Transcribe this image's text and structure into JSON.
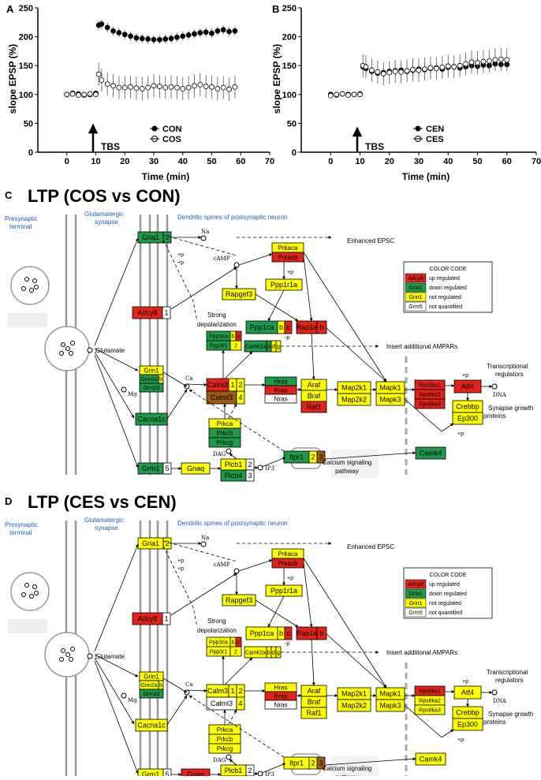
{
  "colors": {
    "up": "#e2231a",
    "down": "#1e9a4a",
    "not": "#ffff00",
    "unq": "#ffffff",
    "brown": "#9c5a12",
    "ltp": "#1f4e9c"
  },
  "chartA": {
    "letter": "A",
    "ylabel": "slope EPSP (%)",
    "xlabel": "Time (min)",
    "xticks": [
      "0",
      "10",
      "20",
      "30",
      "40",
      "50",
      "60",
      "70"
    ],
    "yticks": [
      "0",
      "50",
      "100",
      "150",
      "200",
      "250"
    ],
    "tbs": "TBS",
    "legend": [
      "CON",
      "COS"
    ]
  },
  "chartB": {
    "letter": "B",
    "ylabel": "slope EPSP (%)",
    "xlabel": "Time (min)",
    "xticks": [
      "0",
      "10",
      "20",
      "30",
      "40",
      "50",
      "60",
      "70"
    ],
    "yticks": [
      "0",
      "50",
      "100",
      "150",
      "200",
      "250"
    ],
    "tbs": "TBS",
    "legend": [
      "CEN",
      "CES"
    ]
  },
  "chart_data": [
    {
      "type": "scatter",
      "xlabel": "Time (min)",
      "ylabel": "slope EPSP (%)",
      "xlim": [
        -10,
        70
      ],
      "ylim": [
        0,
        250
      ],
      "annotation": "TBS",
      "series": [
        {
          "name": "CON",
          "x": [
            0,
            2,
            4,
            6,
            8,
            10,
            11,
            12,
            14,
            16,
            18,
            20,
            22,
            24,
            26,
            28,
            30,
            32,
            34,
            36,
            38,
            40,
            42,
            44,
            46,
            48,
            50,
            52,
            54,
            56,
            58
          ],
          "y": [
            100,
            102,
            101,
            99,
            100,
            102,
            220,
            222,
            216,
            210,
            207,
            204,
            201,
            198,
            197,
            196,
            195,
            195,
            196,
            197,
            199,
            201,
            203,
            205,
            207,
            208,
            206,
            210,
            212,
            209,
            210
          ]
        },
        {
          "name": "COS",
          "x": [
            0,
            2,
            4,
            6,
            8,
            10,
            11,
            12,
            14,
            16,
            18,
            20,
            22,
            24,
            26,
            28,
            30,
            32,
            34,
            36,
            38,
            40,
            42,
            44,
            46,
            48,
            50,
            52,
            54,
            56,
            58
          ],
          "y": [
            100,
            101,
            99,
            100,
            101,
            100,
            135,
            125,
            118,
            115,
            112,
            112,
            113,
            111,
            110,
            112,
            115,
            114,
            112,
            113,
            112,
            110,
            112,
            115,
            117,
            114,
            113,
            110,
            112,
            109,
            113
          ]
        }
      ]
    },
    {
      "type": "scatter",
      "xlabel": "Time (min)",
      "ylabel": "slope EPSP (%)",
      "xlim": [
        -10,
        70
      ],
      "ylim": [
        0,
        250
      ],
      "annotation": "TBS",
      "series": [
        {
          "name": "CEN",
          "x": [
            0,
            2,
            4,
            6,
            8,
            10,
            11,
            12,
            14,
            16,
            18,
            20,
            22,
            24,
            26,
            28,
            30,
            32,
            34,
            36,
            38,
            40,
            42,
            44,
            46,
            48,
            50,
            52,
            54,
            56,
            58,
            60
          ],
          "y": [
            100,
            99,
            101,
            100,
            100,
            101,
            148,
            145,
            140,
            137,
            138,
            140,
            141,
            142,
            140,
            142,
            144,
            143,
            145,
            146,
            144,
            147,
            148,
            146,
            148,
            150,
            149,
            151,
            150,
            153,
            152,
            152
          ]
        },
        {
          "name": "CES",
          "x": [
            0,
            2,
            4,
            6,
            8,
            10,
            11,
            12,
            14,
            16,
            18,
            20,
            22,
            24,
            26,
            28,
            30,
            32,
            34,
            36,
            38,
            40,
            42,
            44,
            46,
            48,
            50,
            52,
            54,
            56,
            58,
            60
          ],
          "y": [
            98,
            100,
            101,
            99,
            100,
            100,
            150,
            148,
            142,
            139,
            136,
            138,
            140,
            139,
            141,
            143,
            142,
            144,
            146,
            145,
            147,
            149,
            148,
            150,
            153,
            156,
            155,
            157,
            158,
            160,
            161,
            160
          ]
        }
      ]
    }
  ],
  "panelC": {
    "letter": "C",
    "title": "LTP (COS vs CON)",
    "presyn": "Presynaptic terminal",
    "glutsyn": "Glutamatergic synapse",
    "dendritic": "Dendritic spines of  postsynaptic neuron",
    "enhanced": "Enhanced EPSC",
    "insert": "Insert additional AMPARs",
    "strong": "Strong depolarization",
    "glutamate": "Glutamate",
    "camp": "cAMP",
    "na": "Na",
    "ca": "Ca",
    "mg": "Mg",
    "dag": "DAG",
    "ip3": "IP3",
    "dna": "DNA",
    "transcription": "Transcriptional regulators",
    "growth": "Synapse growth proteins",
    "calcium": "Calcium signaling pathway",
    "plusp": "+p",
    "minusp": "-p",
    "colorcode": {
      "title": "COLOR CODE",
      "rows": [
        {
          "gene": "Adcy8",
          "label": "up regulated"
        },
        {
          "gene": "Gria1",
          "label": "down regulated"
        },
        {
          "gene": "Grin1",
          "label": "not regulated"
        },
        {
          "gene": "Grm5",
          "label": "not quantified"
        }
      ]
    },
    "boxes": {
      "Gria1": "Gria1",
      "Gria1n": "2",
      "Prkaca": "Prkaca",
      "Prkacb": "Prkacb",
      "Ppp1r1a": "Ppp1r1a",
      "Rapgef3": "Rapgef3",
      "Adcy8": "Adcy8",
      "Adcy8n": "1",
      "Ppp1ca": "Ppp1ca",
      "b": "b",
      "c": "c",
      "Ppp3ca": "Ppp3ca",
      "Ppp3r1": "Ppp3r1",
      "Rap1a": "Rap1a",
      "Camk2a": "Camk2a",
      "d": "d",
      "g": "g",
      "Grin1": "Grin1",
      "Grin2a": "Grin2a",
      "Grin2d": "Grin2d",
      "Calm3": "Calm3",
      "Calml3": "Calml3",
      "n1": "1",
      "n2": "2",
      "n3": "3",
      "n4": "4",
      "n5": "5",
      "Hras": "Hras",
      "Kras": "Kras",
      "Nras": "Nras",
      "Araf": "Araf",
      "Braf": "Braf",
      "Raf1": "Raf1",
      "Map2k1": "Map2k1",
      "Map2k2": "Map2k2",
      "Mapk1": "Mapk1",
      "Mapk3": "Mapk3",
      "Rps6ka1": "Rps6ka1",
      "Rps6ka2": "Rps6ka2",
      "Rps6ka3": "Rps6ka3",
      "Atf4": "Atf4",
      "Crebbp": "Crebbp",
      "Ep300": "Ep300",
      "Cacna1c": "Cacna1c",
      "Prkca": "Prkca",
      "Prkcb": "Prkcb",
      "Prkcg": "Prkcg",
      "Itpr1": "Itpr1",
      "Camk4": "Camk4",
      "Grm1": "Grm1",
      "Gnaq": "Gnaq",
      "Plcb1": "Plcb1",
      "Plcb4": "Plcb4"
    }
  },
  "panelD": {
    "letter": "D",
    "title": "LTP (CES vs CEN)"
  }
}
